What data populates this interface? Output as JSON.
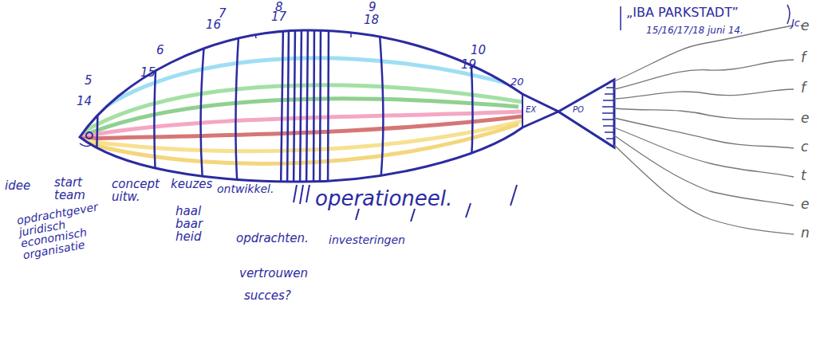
{
  "diagram": {
    "title": "„IBA PARKSTADT”",
    "labels": [
      "15/16/17/18 juni 14.",
      "Jc.",
      "5",
      "14",
      "6",
      "15",
      "7",
      "16",
      "8",
      "17",
      "9",
      "18",
      "10",
      "19",
      "20",
      "EX",
      "PO",
      "e",
      "f",
      "f",
      "e",
      "c",
      "t",
      "e",
      "n",
      "idee",
      "start team",
      "concept uitw.",
      "keuzes",
      "ontwikkel.",
      "haal baar heid",
      "operationeel.",
      "opdrachten.",
      "investeringen",
      "vertrouwen",
      "succes?",
      "opdrachtgever juridisch economisch organisatie"
    ]
  }
}
